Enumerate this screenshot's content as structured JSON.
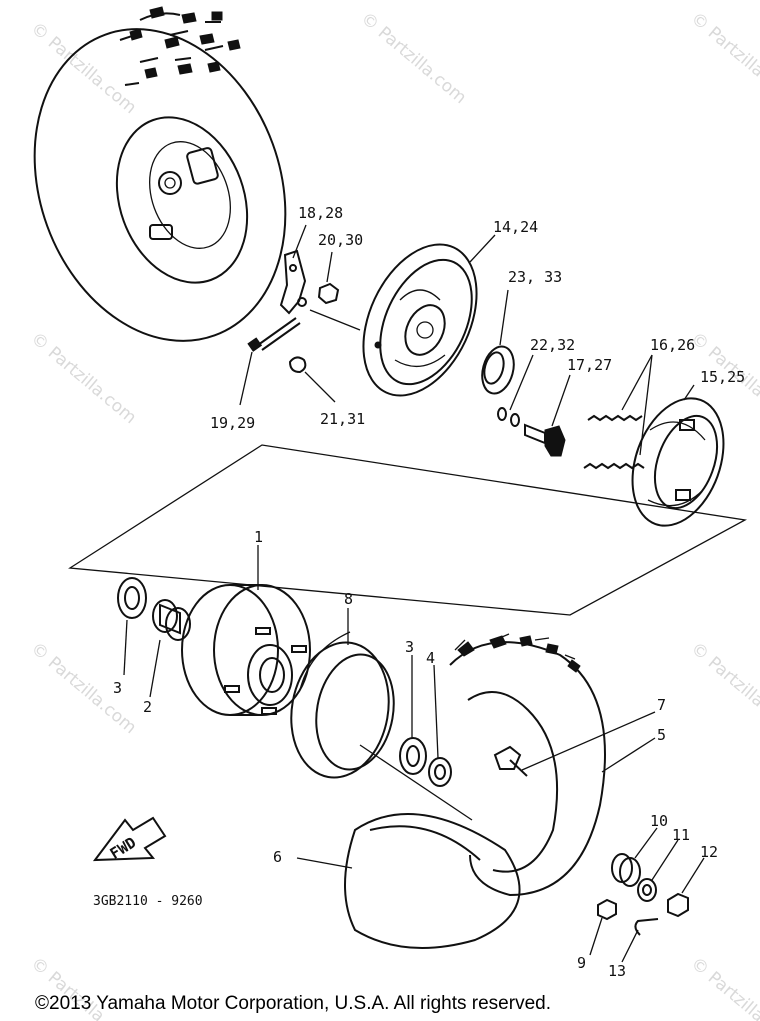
{
  "diagram": {
    "part_code": "3GB2110 - 9260",
    "fwd_label": "FWD",
    "copyright": "©2013 Yamaha Motor Corporation, U.S.A. All rights reserved.",
    "watermark": "© Partzilla.com",
    "callouts": [
      {
        "id": "c-18-28",
        "text": "18,28"
      },
      {
        "id": "c-20-30",
        "text": "20,30"
      },
      {
        "id": "c-14-24",
        "text": "14,24"
      },
      {
        "id": "c-23-33",
        "text": "23, 33"
      },
      {
        "id": "c-22-32",
        "text": "22,32"
      },
      {
        "id": "c-17-27",
        "text": "17,27"
      },
      {
        "id": "c-16-26",
        "text": "16,26"
      },
      {
        "id": "c-15-25",
        "text": "15,25"
      },
      {
        "id": "c-19-29",
        "text": "19,29"
      },
      {
        "id": "c-21-31",
        "text": "21,31"
      },
      {
        "id": "c-1",
        "text": "1"
      },
      {
        "id": "c-8",
        "text": "8"
      },
      {
        "id": "c-3a",
        "text": "3"
      },
      {
        "id": "c-2",
        "text": "2"
      },
      {
        "id": "c-3b",
        "text": "3"
      },
      {
        "id": "c-4",
        "text": "4"
      },
      {
        "id": "c-7",
        "text": "7"
      },
      {
        "id": "c-5",
        "text": "5"
      },
      {
        "id": "c-6",
        "text": "6"
      },
      {
        "id": "c-10",
        "text": "10"
      },
      {
        "id": "c-11",
        "text": "11"
      },
      {
        "id": "c-12",
        "text": "12"
      },
      {
        "id": "c-9",
        "text": "9"
      },
      {
        "id": "c-13",
        "text": "13"
      }
    ]
  }
}
